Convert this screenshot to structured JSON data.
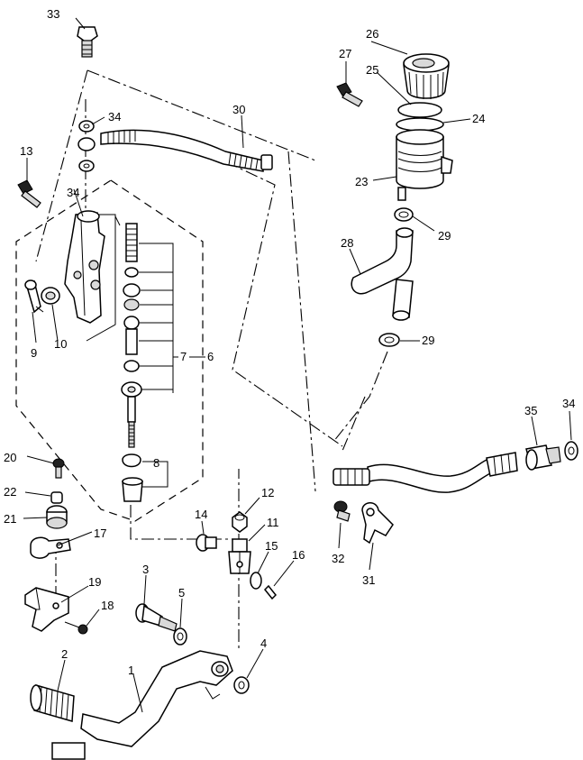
{
  "callouts": {
    "c1": "1",
    "c2": "2",
    "c3": "3",
    "c4": "4",
    "c5": "5",
    "c6": "6",
    "c7": "7",
    "c8": "8",
    "c9": "9",
    "c10": "10",
    "c11": "11",
    "c12": "12",
    "c13": "13",
    "c14": "14",
    "c15": "15",
    "c16": "16",
    "c17": "17",
    "c18": "18",
    "c19": "19",
    "c20": "20",
    "c21": "21",
    "c22": "22",
    "c23": "23",
    "c24": "24",
    "c25": "25",
    "c26": "26",
    "c27": "27",
    "c28": "28",
    "c29a": "29",
    "c29b": "29",
    "c30": "30",
    "c31": "31",
    "c32": "32",
    "c33": "33",
    "c34a": "34",
    "c34b": "34",
    "c34c": "34",
    "c35": "35"
  }
}
